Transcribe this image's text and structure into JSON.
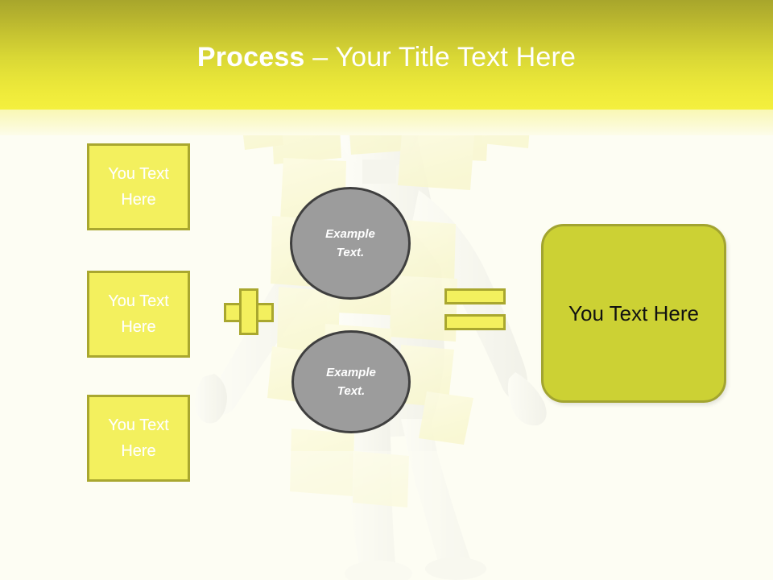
{
  "slide": {
    "background_color": "#fdfdf3",
    "header": {
      "title_strong": "Process",
      "title_rest": " – Your Title Text Here",
      "gradient_from": "#a8a62c",
      "gradient_to": "#f4f03e",
      "sub_band_color": "#f9f7b4",
      "title_color": "#ffffff"
    },
    "inputs": {
      "accent_fill": "#f3f05e",
      "accent_border": "#a9a72f",
      "text_color": "#ffffff",
      "items": [
        {
          "label": "You Text Here"
        },
        {
          "label": "You Text Here"
        },
        {
          "label": "You Text Here"
        }
      ]
    },
    "operators": {
      "plus": {
        "symbol": "+",
        "fill": "#f3f05e",
        "border": "#a9a72f"
      },
      "equals": {
        "symbol": "=",
        "fill": "#f3f05e",
        "border": "#a9a72f"
      }
    },
    "circles": {
      "fill": "#9c9c9c",
      "border": "#3f3f3f",
      "text_color": "#ffffff",
      "items": [
        {
          "line1": "Example",
          "line2": "Text."
        },
        {
          "line1": "Example",
          "line2": "Text."
        }
      ]
    },
    "result": {
      "label": "You Text Here",
      "fill": "#ccd134",
      "border": "#a2a430",
      "text_color": "#111111"
    },
    "artwork": {
      "description": "faded 3d figure covered in sticky notes",
      "figure_color": "#eeeee6",
      "note_color": "#f7f5c0"
    }
  }
}
